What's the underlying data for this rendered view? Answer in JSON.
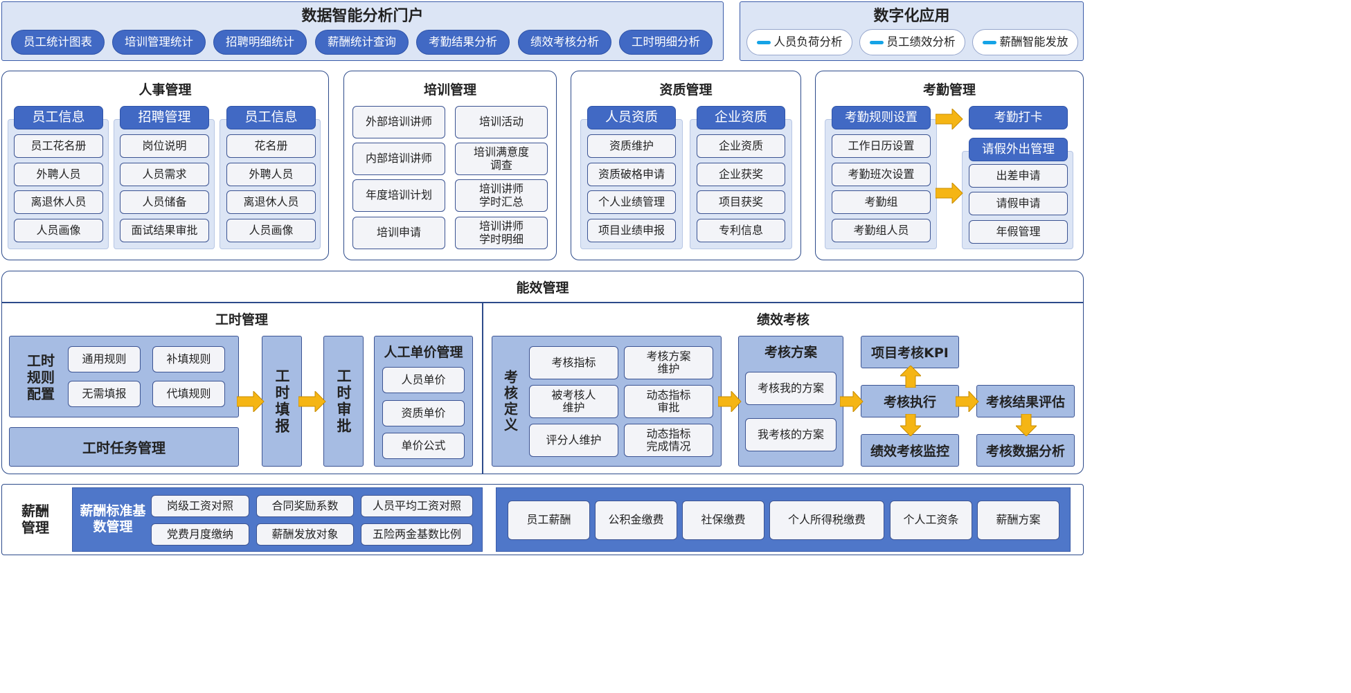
{
  "portal": {
    "title": "数据智能分析门户",
    "items": [
      "员工统计图表",
      "培训管理统计",
      "招聘明细统计",
      "薪酬统计查询",
      "考勤结果分析",
      "绩效考核分析",
      "工时明细分析"
    ]
  },
  "digital": {
    "title": "数字化应用",
    "items": [
      "人员负荷分析",
      "员工绩效分析",
      "薪酬智能发放"
    ]
  },
  "hr": {
    "title": "人事管理",
    "cols": [
      {
        "header": "员工信息",
        "items": [
          "员工花名册",
          "外聘人员",
          "离退休人员",
          "人员画像"
        ]
      },
      {
        "header": "招聘管理",
        "items": [
          "岗位说明",
          "人员需求",
          "人员储备",
          "面试结果审批"
        ]
      },
      {
        "header": "员工信息",
        "items": [
          "花名册",
          "外聘人员",
          "离退休人员",
          "人员画像"
        ]
      }
    ]
  },
  "training": {
    "title": "培训管理",
    "left": [
      "外部培训讲师",
      "内部培训讲师",
      "年度培训计划",
      "培训申请"
    ],
    "right": [
      "培训活动",
      "培训满意度\n调查",
      "培训讲师\n学时汇总",
      "培训讲师\n学时明细"
    ]
  },
  "qual": {
    "title": "资质管理",
    "cols": [
      {
        "header": "人员资质",
        "items": [
          "资质维护",
          "资质破格申请",
          "个人业绩管理",
          "项目业绩申报"
        ]
      },
      {
        "header": "企业资质",
        "items": [
          "企业资质",
          "企业获奖",
          "项目获奖",
          "专利信息"
        ]
      }
    ]
  },
  "attend": {
    "title": "考勤管理",
    "rules": {
      "header": "考勤规则设置",
      "items": [
        "工作日历设置",
        "考勤班次设置",
        "考勤组",
        "考勤组人员"
      ]
    },
    "punch": "考勤打卡",
    "leave": {
      "header": "请假外出管理",
      "items": [
        "出差申请",
        "请假申请",
        "年假管理"
      ]
    }
  },
  "eff": {
    "title": "能效管理",
    "hours": {
      "title": "工时管理",
      "rule_label": "工时规则配置",
      "rules": [
        "通用规则",
        "补填规则",
        "无需填报",
        "代填规则"
      ],
      "task": "工时任务管理",
      "fill": "工时填报",
      "approve": "工时审批",
      "cost": {
        "title": "人工单价管理",
        "items": [
          "人员单价",
          "资质单价",
          "单价公式"
        ]
      }
    },
    "perf": {
      "title": "绩效考核",
      "def_label": "考核定义",
      "defs": [
        "考核指标",
        "考核方案\n维护",
        "被考核人\n维护",
        "动态指标\n审批",
        "评分人维护",
        "动态指标\n完成情况"
      ],
      "plan": {
        "title": "考核方案",
        "items": [
          "考核我的方案",
          "我考核的方案"
        ]
      },
      "kpi": "项目考核KPI",
      "exec": "考核执行",
      "monitor": "绩效考核监控",
      "eval": "考核结果评估",
      "analysis": "考核数据分析"
    }
  },
  "salary": {
    "label": "薪酬管理",
    "std_label": "薪酬标准基数管理",
    "std": [
      "岗级工资对照",
      "合同奖励系数",
      "人员平均工资对照",
      "党费月度缴纳",
      "薪酬发放对象",
      "五险两金基数比例"
    ],
    "items": [
      "员工薪酬",
      "公积金缴费",
      "社保缴费",
      "个人所得税缴费",
      "个人工资条",
      "薪酬方案"
    ]
  }
}
